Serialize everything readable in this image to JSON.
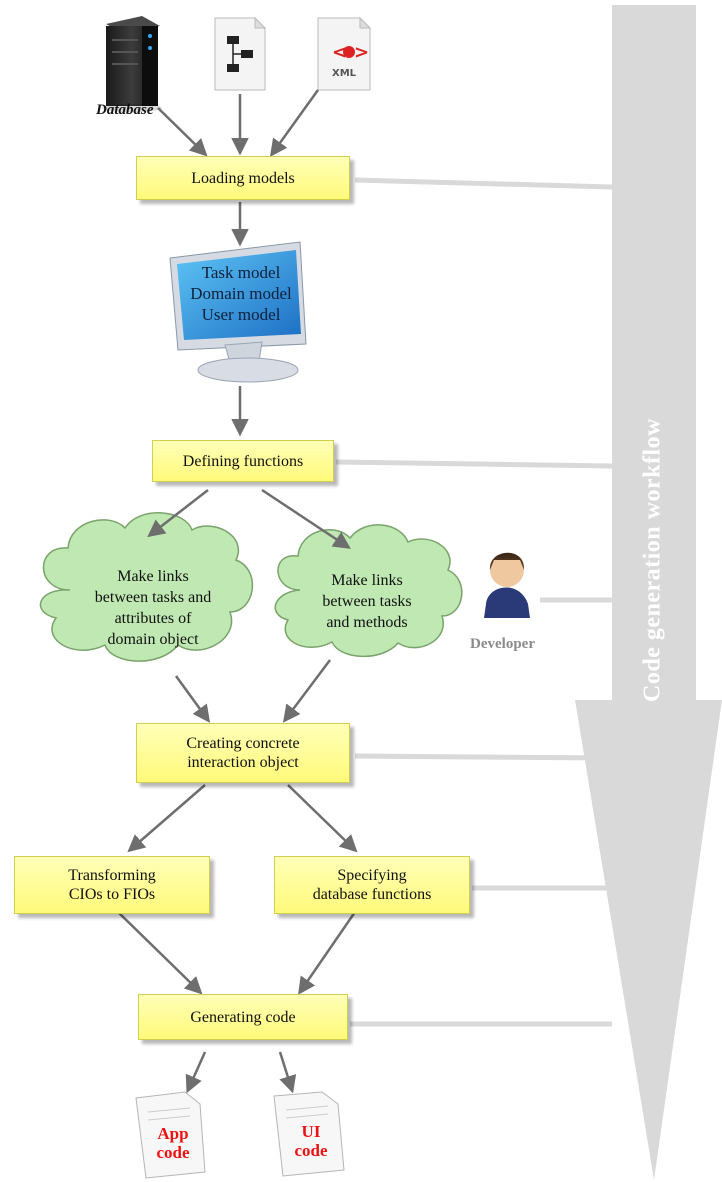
{
  "inputs": {
    "database_label": "Database",
    "xml_label": "XML"
  },
  "steps": {
    "loading_models": "Loading models",
    "defining_functions": "Defining functions",
    "creating_cio": "Creating concrete\ninteraction object",
    "transforming": "Transforming\nCIOs to FIOs",
    "specifying_db": "Specifying\ndatabase functions",
    "generating_code": "Generating code"
  },
  "monitor": {
    "lines": "Task model\nDomain model\nUser model"
  },
  "clouds": {
    "left": "Make links\nbetween tasks and\nattributes of\ndomain object",
    "right": "Make links\nbetween tasks\nand methods"
  },
  "developer_label": "Developer",
  "outputs": {
    "app": "App\ncode",
    "ui": "UI\ncode"
  },
  "workflow_label": "Code generation workflow",
  "colors": {
    "box_fill": "#fffa7a",
    "cloud_fill": "#bfe8b2",
    "workflow_arrow": "#d9d9d9",
    "arrow": "#6e6e6e",
    "output_text": "#ee1111"
  }
}
